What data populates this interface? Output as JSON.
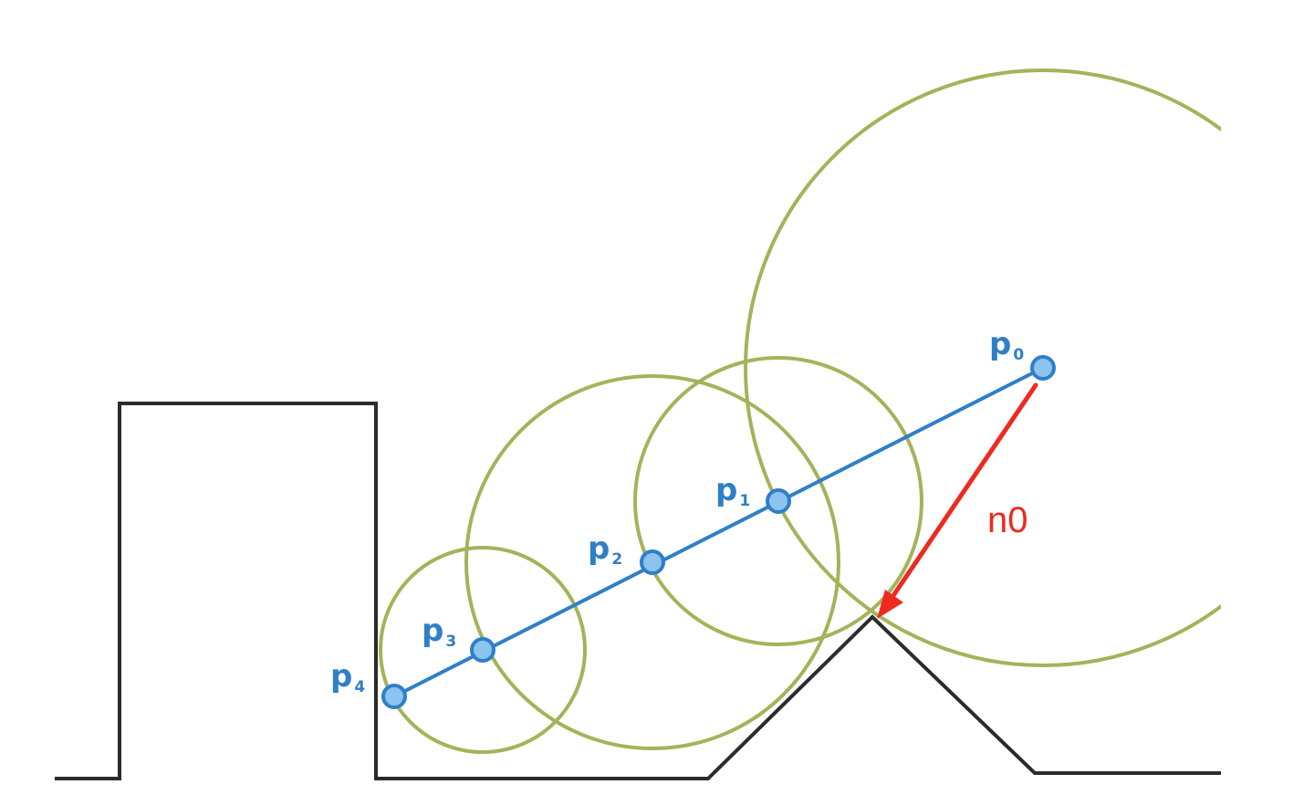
{
  "colors": {
    "terrain": "#2b2b2b",
    "circles": "#a4b35a",
    "ray": "#2f7fc8",
    "point_fill": "#8cc4ef",
    "point_stroke": "#2f7fc8",
    "label": "#2f7fc8",
    "arrow": "#ee2a1f"
  },
  "points": [
    {
      "base": "p",
      "sub": "0"
    },
    {
      "base": "p",
      "sub": "1"
    },
    {
      "base": "p",
      "sub": "2"
    },
    {
      "base": "p",
      "sub": "3"
    },
    {
      "base": "p",
      "sub": "4"
    }
  ],
  "arrow": {
    "label": "n0"
  }
}
